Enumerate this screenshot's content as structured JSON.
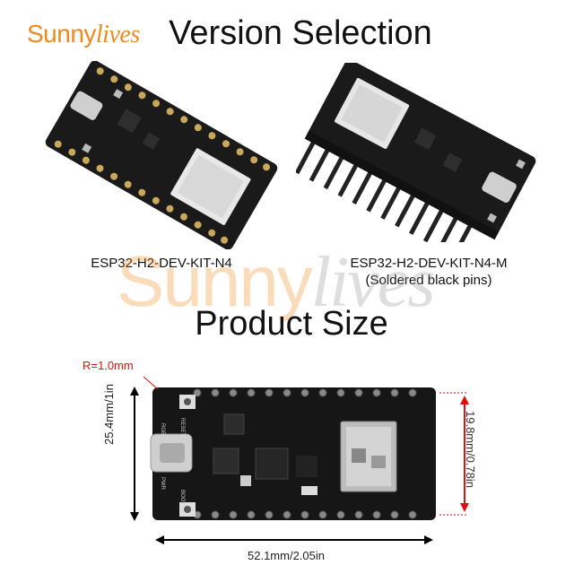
{
  "brand": {
    "part1": "Sunny",
    "part2": "lives"
  },
  "titles": {
    "version": "Version Selection",
    "size": "Product Size"
  },
  "versions": [
    {
      "name": "ESP32-H2-DEV-KIT-N4",
      "note": ""
    },
    {
      "name": "ESP32-H2-DEV-KIT-N4-M",
      "note": "(Soldered black pins)"
    }
  ],
  "dimensions": {
    "length": "52.1mm/2.05in",
    "width": "25.4mm/1in",
    "height": "19.8mm/0.78in",
    "radius": "R=1.0mm"
  },
  "board_silk": {
    "reset": "RESET",
    "boot": "BOOT",
    "rgb": "RGB",
    "pwr": "PWR"
  },
  "colors": {
    "brand_orange": "#f08a1e",
    "board": "#1a1a1a",
    "dim_red": "#dd1111",
    "arrow_black": "#000000"
  }
}
